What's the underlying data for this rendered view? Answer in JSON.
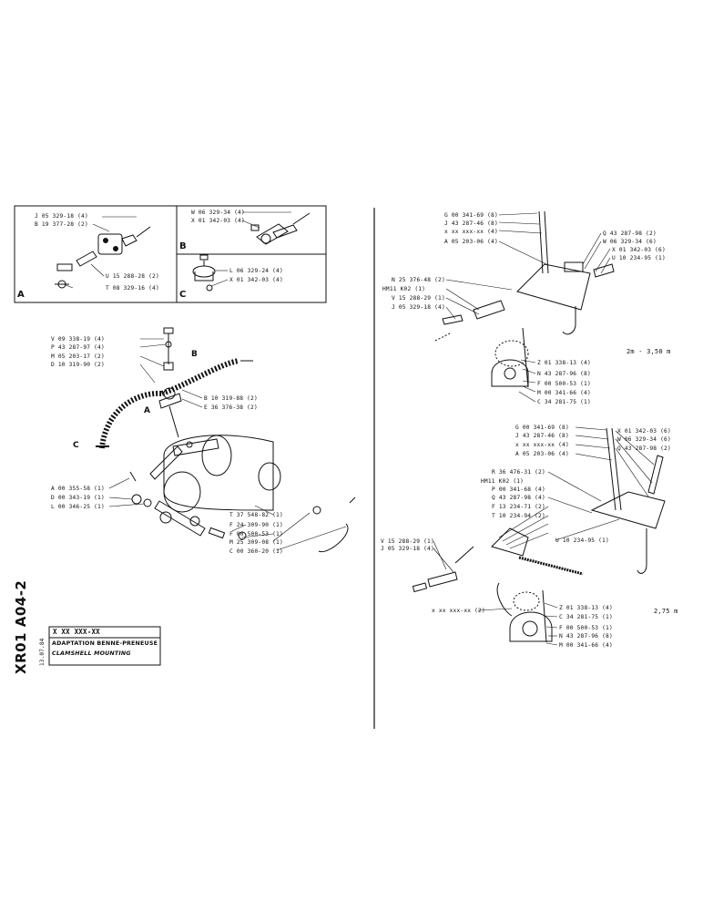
{
  "insets": {
    "A": {
      "letter": "A",
      "labels": [
        "J 05 329-18 (4)",
        "B 19 377-28 (2)",
        "U 15 288-28 (2)",
        "T 08 329-16 (4)"
      ]
    },
    "B": {
      "letter": "B",
      "labels": [
        "W 06 329-34 (4)",
        "X 01 342-03 (4)"
      ]
    },
    "C": {
      "letter": "C",
      "labels": [
        "L 06 329-24 (4)",
        "X 01 342-03 (4)"
      ]
    }
  },
  "left_assembly": {
    "callouts": {
      "B": "B",
      "A": "A",
      "C": "C"
    },
    "labels_top": [
      "V 09 338-19 (4)",
      "P 43 287-97 (4)",
      "M 05 203-17 (2)",
      "D 10 319-90 (2)"
    ],
    "labels_right": [
      "B 10 319-88 (2)",
      "E 36 376-38 (2)"
    ],
    "labels_mid": [
      "A 00 355-58 (1)",
      "D 00 343-19 (1)",
      "L 00 346-25 (1)"
    ],
    "labels_bottom": [
      "T 37 548-82 (1)",
      "F 24 309-90 (1)",
      "F 00 500-53 (1)",
      "M 25 309-08 (1)",
      "C 00 360-20 (1)"
    ]
  },
  "right_top": {
    "labels_top": [
      "G 00 341-69 (8)",
      "J 43 287-46 (8)",
      "x xx xxx-xx (4)",
      "A 05 203-06 (4)"
    ],
    "labels_top_right": [
      "Q 43 287-98 (2)",
      "W 06 329-34 (6)",
      "X 01 342-03 (6)",
      "U 10 234-95 (1)"
    ],
    "labels_left": [
      "N 25 376-48 (2)",
      "HM11 K02 (1)",
      "V 15 288-29 (1)",
      "J 05 329-18 (4)"
    ],
    "labels_bottom": [
      "Z 01 338-13 (4)",
      "N 43 287-96 (8)",
      "F 00 500-53 (1)",
      "M 00 341-66 (4)",
      "C 34 281-75 (1)"
    ],
    "dimension": "2m - 3,50 m"
  },
  "right_bottom": {
    "labels_top": [
      "G 00 341-69 (8)",
      "J 43 287-46 (8)",
      "x xx xxx-xx (4)",
      "A 05 203-06 (4)"
    ],
    "labels_top_right": [
      "X 01 342-03 (6)",
      "W 06 329-34 (6)",
      "Q 43 287-98 (2)"
    ],
    "labels_mid": [
      "R 36 476-31 (2)",
      "HM11 K02 (1)",
      "P 00 341-68 (4)",
      "Q 43 287-98 (4)",
      "F 13 234-71 (2)",
      "T 10 234-94 (2)"
    ],
    "label_u": "U 10 234-95 (1)",
    "labels_left": [
      "V 15 288-29 (1)",
      "J 05 329-18 (4)"
    ],
    "label_x": "x xx xxx-xx (2)",
    "labels_bottom": [
      "Z 01 338-13 (4)",
      "C 34 281-75 (1)",
      "F 00 500-53 (1)",
      "N 43 287-96 (8)",
      "M 00 341-66 (4)"
    ],
    "dimension": "2,75 m"
  },
  "title_block": {
    "code": "XR01 A04-2",
    "part_number": "X XX XXX-XX",
    "date": "13.07.84",
    "title_fr": "ADAPTATION BENNE-PRENEUSE",
    "title_en": "CLAMSHELL MOUNTING"
  }
}
